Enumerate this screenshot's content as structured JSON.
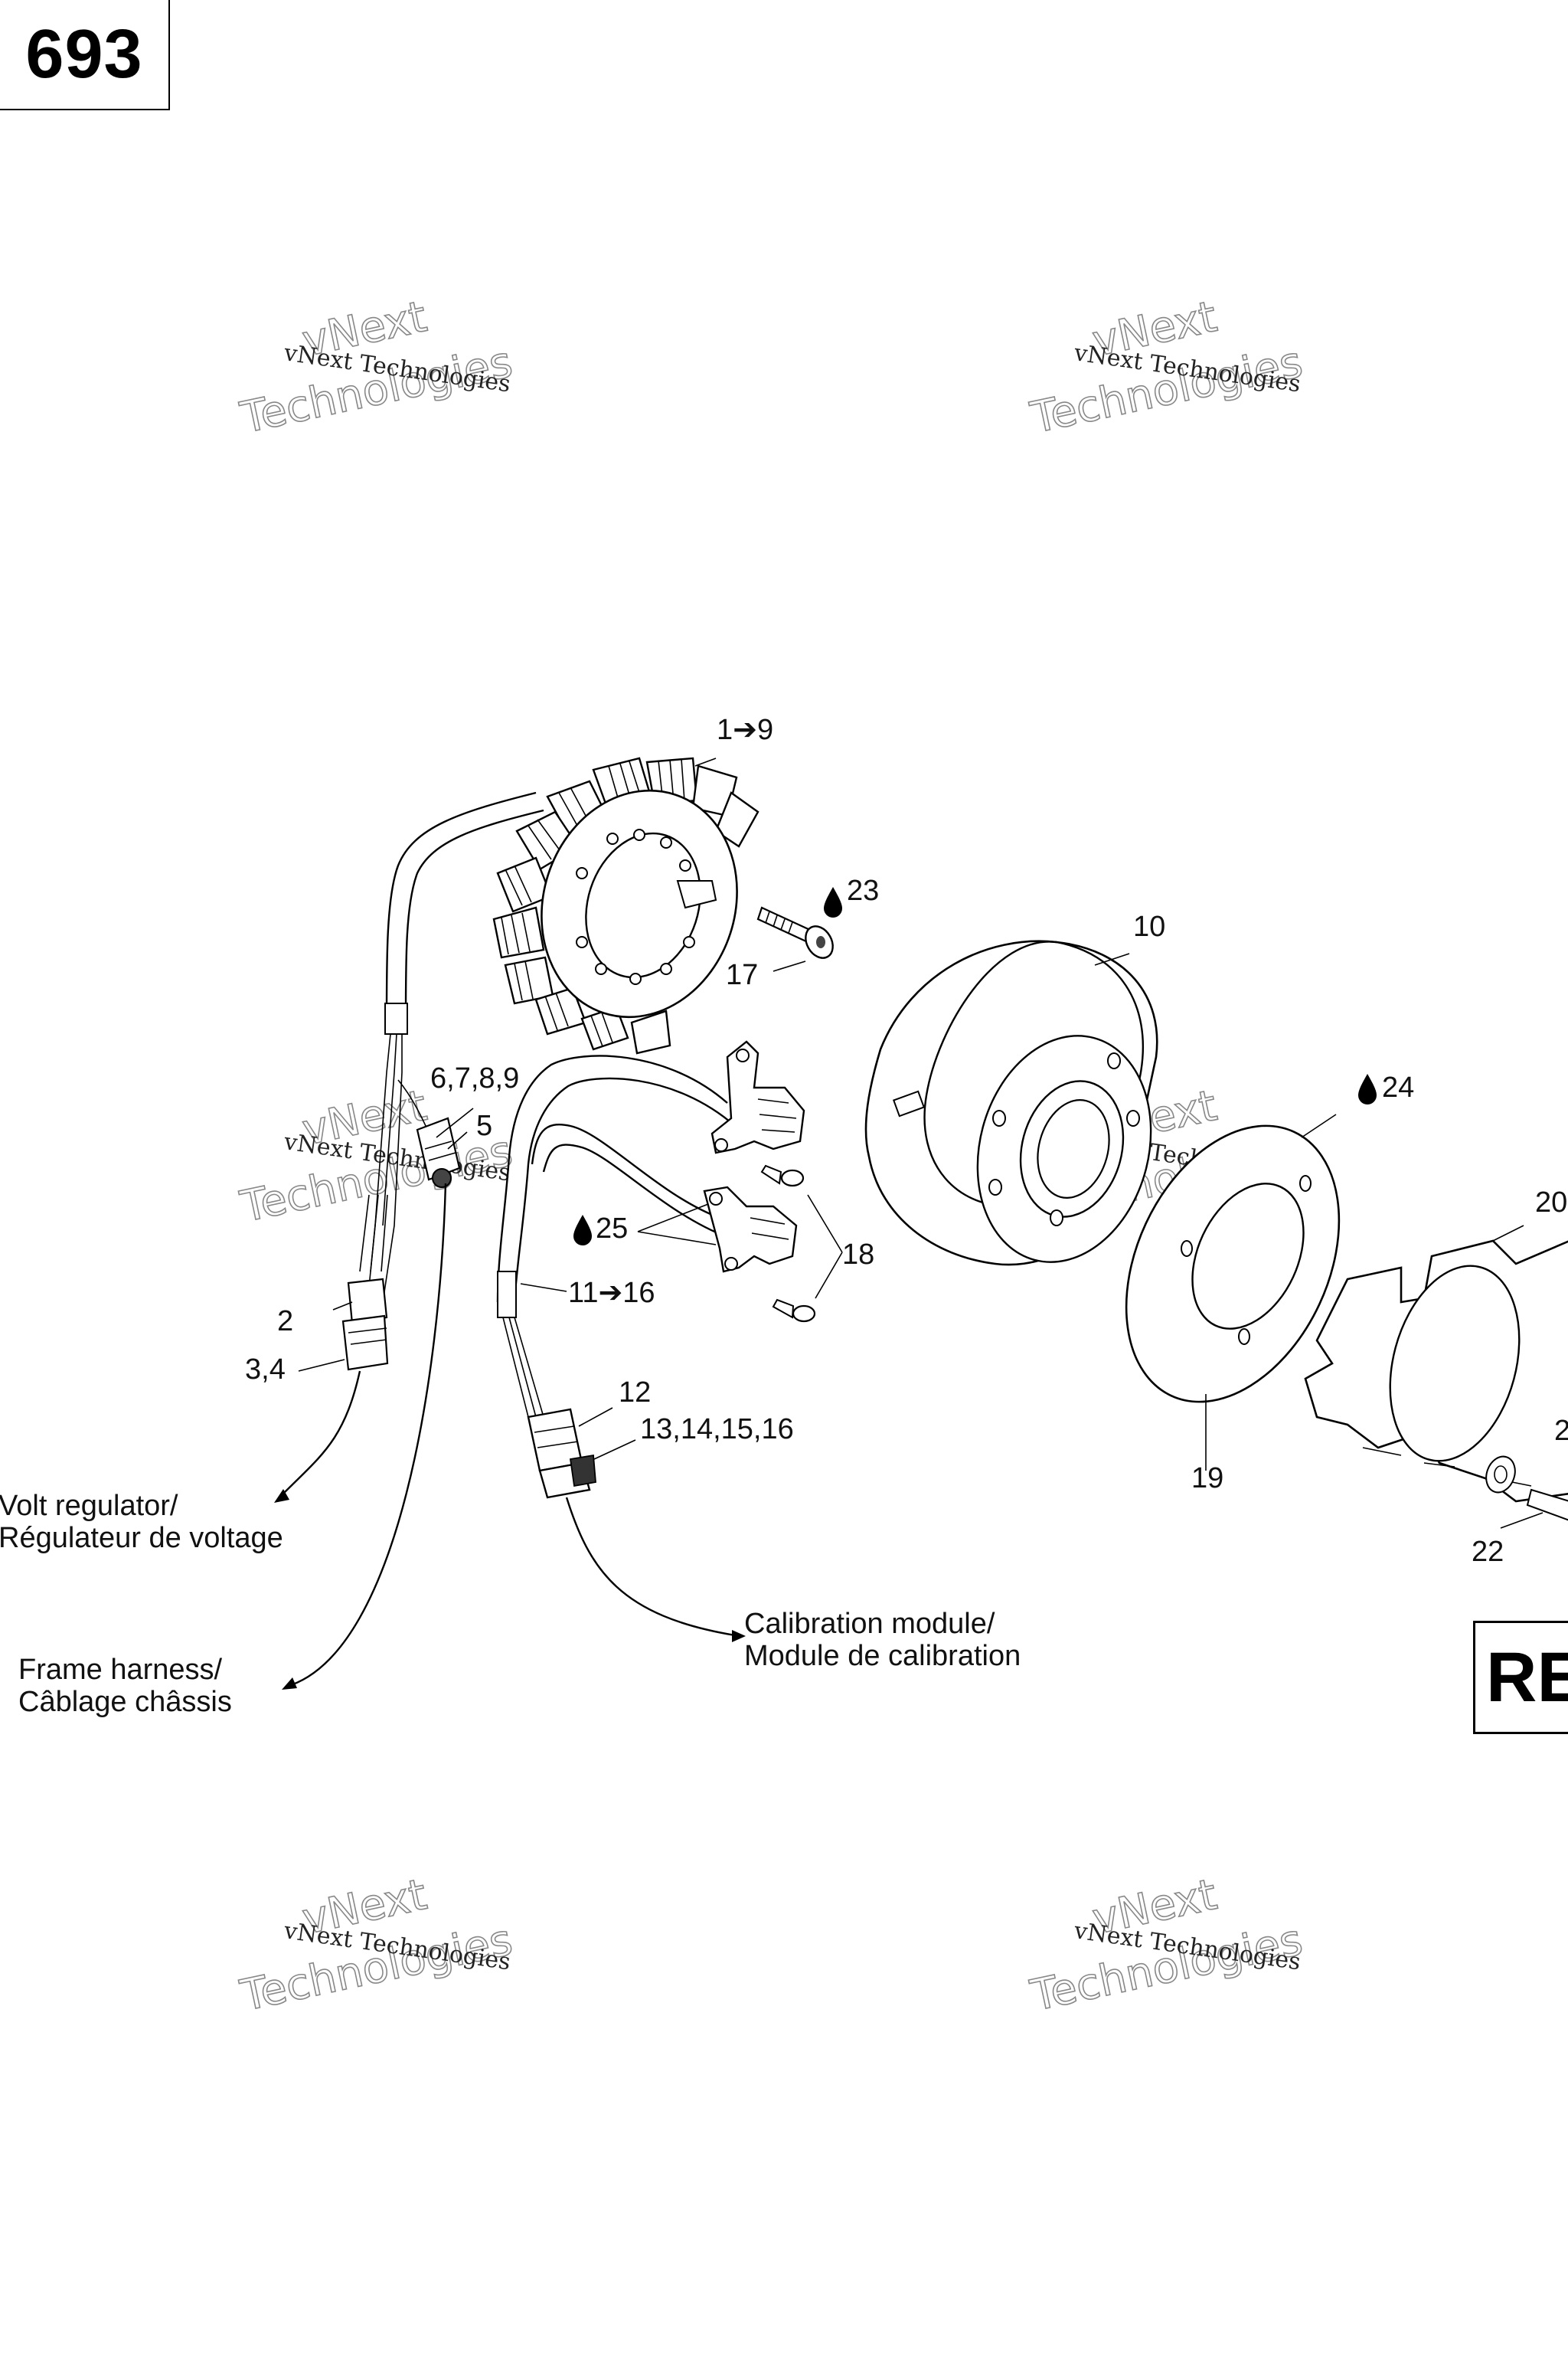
{
  "page_number": "693",
  "corner_box_text": "RE",
  "watermark": {
    "line1": "vNext Technologies",
    "line2": "vNext",
    "line3": "Technologies"
  },
  "callouts": {
    "c1_9": "1➔9",
    "c23": "23",
    "c17": "17",
    "c10": "10",
    "c24": "24",
    "c20": "20",
    "c6789": "6,7,8,9",
    "c5": "5",
    "c25": "25",
    "c18": "18",
    "c11_16": "11➔16",
    "c2": "2",
    "c34": "3,4",
    "c12": "12",
    "c13_16": "13,14,15,16",
    "c19": "19",
    "c21": "2",
    "c22": "22"
  },
  "destinations": {
    "volt_regulator_en": "Volt regulator/",
    "volt_regulator_fr": "Régulateur de voltage",
    "frame_harness_en": "Frame harness/",
    "frame_harness_fr": "Câblage châssis",
    "calibration_en": "Calibration module/",
    "calibration_fr": "Module de calibration"
  },
  "icons": {
    "lubricant": "oil-drop-icon",
    "arrow": "right-arrow-glyph"
  }
}
